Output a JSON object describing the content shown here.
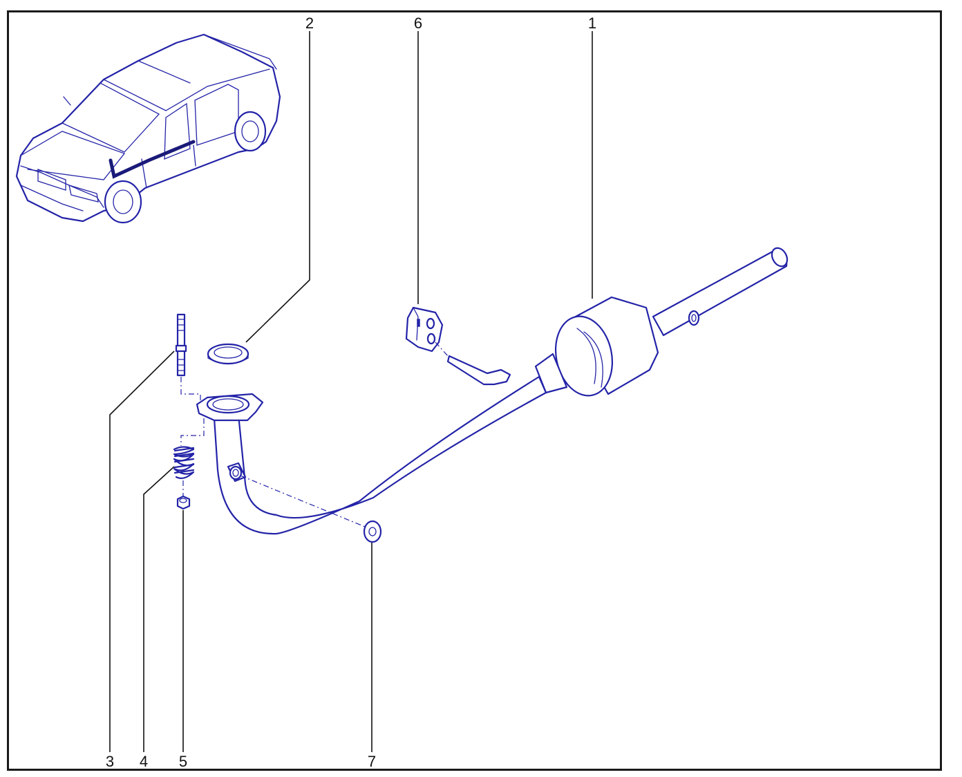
{
  "diagram": {
    "colors": {
      "line": "#2323a8",
      "frame": "#1a1a1a",
      "label": "#111111"
    },
    "callouts": [
      {
        "id": "c1",
        "label": "1"
      },
      {
        "id": "c2",
        "label": "2"
      },
      {
        "id": "c3",
        "label": "3"
      },
      {
        "id": "c4",
        "label": "4"
      },
      {
        "id": "c5",
        "label": "5"
      },
      {
        "id": "c6",
        "label": "6"
      },
      {
        "id": "c7",
        "label": "7"
      }
    ],
    "parts": [
      {
        "label": "1",
        "name": "catalytic-converter-exhaust-pipe"
      },
      {
        "label": "2",
        "name": "seal-ring"
      },
      {
        "label": "3",
        "name": "stud"
      },
      {
        "label": "4",
        "name": "spring"
      },
      {
        "label": "5",
        "name": "nut"
      },
      {
        "label": "6",
        "name": "rubber-mount"
      },
      {
        "label": "7",
        "name": "washer"
      }
    ]
  }
}
